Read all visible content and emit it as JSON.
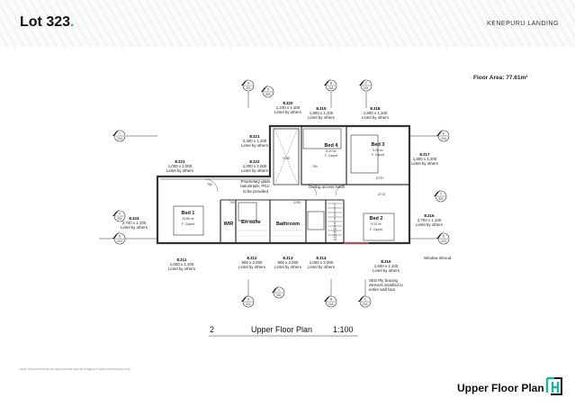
{
  "header": {
    "lot": "Lot 323",
    "lot_dot": ".",
    "project": "KENEPURU LANDING"
  },
  "floor_area": "Floor Area: 77.61m²",
  "colors": {
    "accent": "#1fb59a",
    "bracing": "#e0556e"
  },
  "rooms": {
    "bed1": {
      "name": "Bed 1",
      "area": "15.86 m²",
      "floor": "F: Carpet"
    },
    "bed2": {
      "name": "Bed 2",
      "area": "9.34 m²",
      "floor": "F: Carpet"
    },
    "bed3": {
      "name": "Bed 3",
      "area": "9.20 m²",
      "floor": "F: Carpet"
    },
    "bed4": {
      "name": "Bed 4",
      "area": "6.20 m²",
      "floor": "F: Carpet"
    },
    "wir": "WIR",
    "ensuite": "En-suite",
    "bathroom": "Bathroom",
    "void": "VOID"
  },
  "doors": [
    "760",
    "760",
    "2/760",
    "2/710",
    "2/710",
    "760",
    "760",
    "760"
  ],
  "joinery": [
    {
      "id": "EJ20",
      "size": "1,240 x 1,100",
      "note": "Lintel by others"
    },
    {
      "id": "EJ19",
      "size": "1,800 x 1,100",
      "note": "Lintel by others"
    },
    {
      "id": "EJ18",
      "size": "1,800 x 1,100",
      "note": "Lintel by others"
    },
    {
      "id": "EJ21",
      "size": "2,400 x 1,100",
      "note": "Lintel by others"
    },
    {
      "id": "EJ23",
      "size": "1,000 x 2,000",
      "note": "Lintel by others"
    },
    {
      "id": "EJ22",
      "size": "1,000 x 2,000",
      "note": "Lintel by others"
    },
    {
      "id": "EJ17",
      "size": "1,800 x 1,100",
      "note": "Lintel by others"
    },
    {
      "id": "EJ24",
      "size": "2,700 x 1,100",
      "note": "Lintel by others"
    },
    {
      "id": "EJ16",
      "size": "2,700 x 1,100",
      "note": "Lintel by others"
    },
    {
      "id": "EJ11",
      "size": "1,600 x 1,100",
      "note": "Lintel by others"
    },
    {
      "id": "EJ12",
      "size": "800 x 2,000",
      "note": "Lintel by others"
    },
    {
      "id": "EJ13",
      "size": "800 x 2,000",
      "note": "Lintel by others"
    },
    {
      "id": "EJ14",
      "size": "1,000 x 2,000",
      "note": "Lintel by others"
    },
    {
      "id": "EJ15",
      "size": "1,600 x 1,100",
      "note": "Lintel by others"
    }
  ],
  "annotations": {
    "balustrade": [
      "Proprietary glass",
      "balustrade; PG1-",
      "to be provided"
    ],
    "hatch": "Ceiling access hatch",
    "shroud": "Window shroud",
    "bracing": [
      "SED Ply bracing",
      "element installed to",
      "entire wall face"
    ]
  },
  "markers": [
    {
      "t": "A",
      "b": "201"
    },
    {
      "t": "3",
      "b": "301"
    },
    {
      "t": "B",
      "b": "201"
    },
    {
      "t": "C",
      "b": "201"
    },
    {
      "t": "1",
      "b": "204"
    },
    {
      "t": "E",
      "b": "204"
    },
    {
      "t": "4",
      "b": "301"
    },
    {
      "t": "D",
      "b": "203"
    },
    {
      "t": "2",
      "b": "301"
    },
    {
      "t": "D",
      "b": "203"
    },
    {
      "t": "A",
      "b": "201"
    },
    {
      "t": "1",
      "b": "301"
    },
    {
      "t": "B",
      "b": "201"
    },
    {
      "t": "C",
      "b": "201"
    }
  ],
  "stair_numbers": [
    "1",
    "2",
    "3",
    "4",
    "5",
    "6",
    "7",
    "8",
    "9",
    "10",
    "11",
    "12",
    "13",
    "14"
  ],
  "drawing_title": {
    "number": "2",
    "name": "Upper Floor Plan",
    "scale": "1:100"
  },
  "note": "Note: Measurements are approximate and all imagery is artist impressions only.",
  "footer": {
    "title": "Upper Floor Plan",
    "logo_text": "FH"
  }
}
